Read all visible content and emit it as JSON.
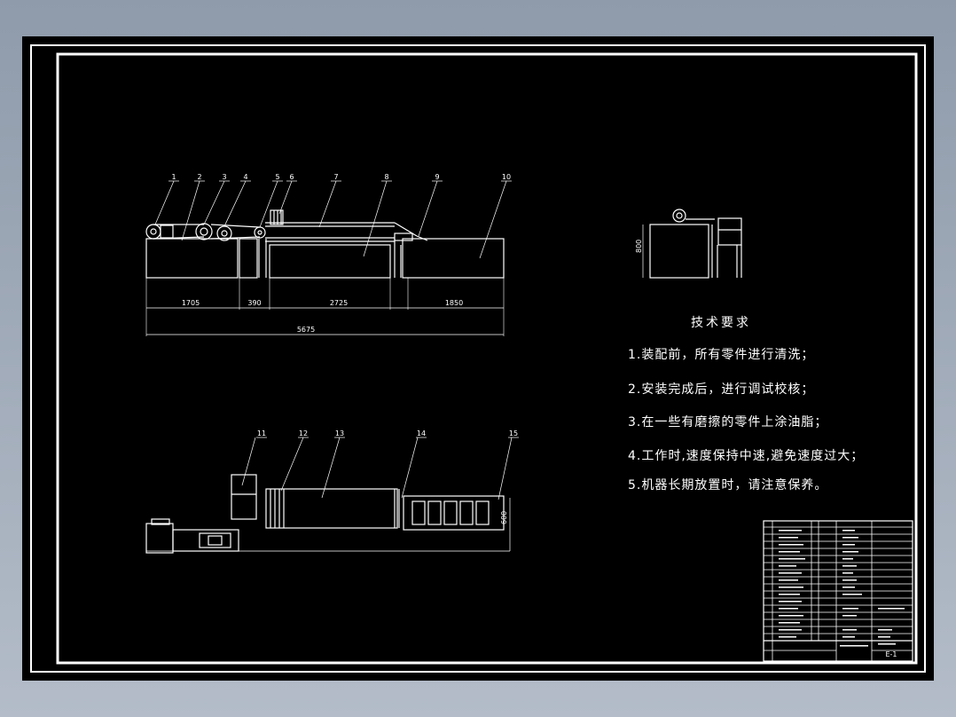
{
  "drawing": {
    "background": "#000000",
    "line_color": "#ffffff",
    "frame_colors": [
      "#8f9bab",
      "#b3bcc8"
    ]
  },
  "side_view": {
    "balloons": [
      "1",
      "2",
      "3",
      "4",
      "5",
      "6",
      "7",
      "8",
      "9",
      "10"
    ],
    "total_dim": "5675",
    "sub_dims": [
      "1705",
      "390",
      "2725",
      "1850"
    ]
  },
  "top_view": {
    "balloons": [
      "11",
      "12",
      "13",
      "14",
      "15"
    ],
    "width_dim": "600"
  },
  "end_view": {
    "height_dim": "800"
  },
  "tech_requirements": {
    "title": "技术要求",
    "items": [
      "1.装配前，所有零件进行清洗；",
      "2.安装完成后，进行调试校核；",
      "3.在一些有磨擦的零件上涂油脂；",
      "4.工作时,速度保持中速,避免速度过大；",
      "5.机器长期放置时，请注意保养。"
    ]
  },
  "title_block": {
    "drawing_no": "E-1"
  }
}
